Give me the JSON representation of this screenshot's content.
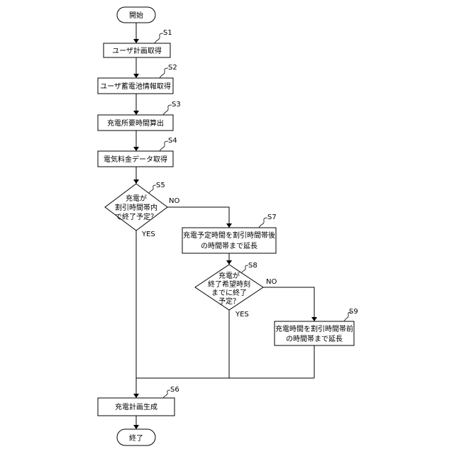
{
  "nodes": {
    "start": "開始",
    "s1": "ユーザ計画取得",
    "s2": "ユーザ蓄電池情報取得",
    "s3": "充電所要時間算出",
    "s4": "電気料金データ取得",
    "s5": [
      "充電が",
      "割引時間帯内",
      "で終了予定？"
    ],
    "s7": [
      "充電予定時間を割引時間帯後",
      "の時間帯まで延長"
    ],
    "s8": [
      "充電が",
      "終了希望時刻",
      "までに終了",
      "予定？"
    ],
    "s9": [
      "充電時間を割引時間帯前",
      "の時間帯まで延長"
    ],
    "s6": "充電計画生成",
    "end": "終了"
  },
  "step_labels": {
    "s1": "S1",
    "s2": "S2",
    "s3": "S3",
    "s4": "S4",
    "s5": "S5",
    "s6": "S6",
    "s7": "S7",
    "s8": "S8",
    "s9": "S9"
  },
  "branch_labels": {
    "s5_no": "NO",
    "s5_yes": "YES",
    "s8_no": "NO",
    "s8_yes": "YES"
  }
}
